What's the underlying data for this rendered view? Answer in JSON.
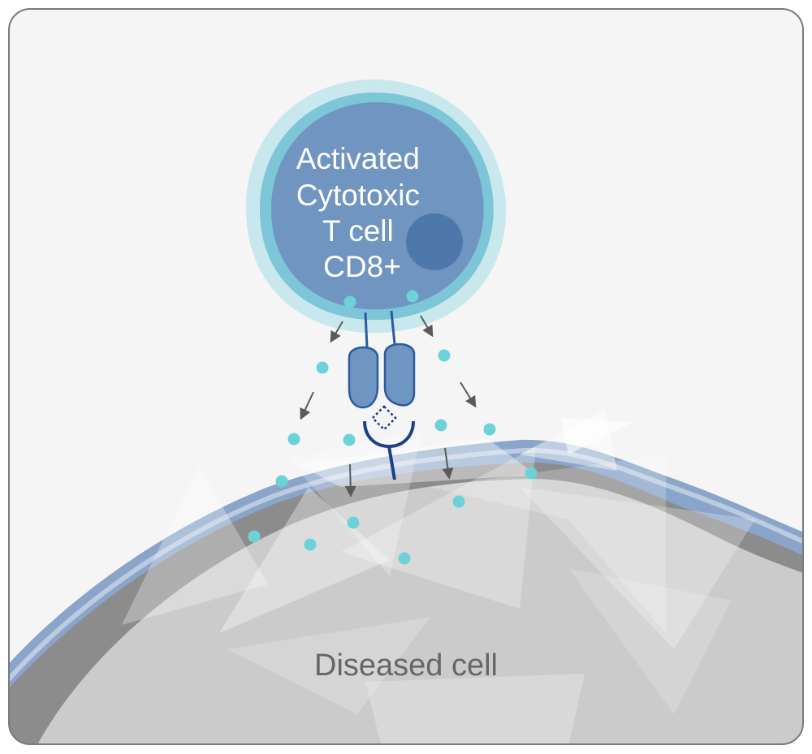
{
  "t_cell": {
    "label_lines": [
      "Activated",
      "Cytotoxic",
      "T cell",
      "CD8+"
    ]
  },
  "diseased_cell": {
    "label": "Diseased cell"
  },
  "colors": {
    "panel_background": "#f5f5f5",
    "panel_border": "#7a7a7a",
    "t_cell_outer_halo": "#c9e8ee",
    "t_cell_membrane": "#7cc6d8",
    "t_cell_body": "#7095c1",
    "t_cell_nucleus": "#4f78aa",
    "receptor_fill": "#6f95c3",
    "receptor_stroke": "#2e5aa0",
    "mhc_stroke": "#1d3f86",
    "granule": "#6dd1d8",
    "arrow": "#5a5a5a",
    "diseased_membrane": "#8aa5c9",
    "diseased_rim": "#8c8c8c",
    "diseased_body": "#cbcbcb"
  },
  "icons": [
    "t-cell-icon",
    "tcr-receptor-icon",
    "mhc-antigen-icon",
    "cytotoxic-granule-icon",
    "release-arrow-icon",
    "diseased-cell-icon"
  ]
}
